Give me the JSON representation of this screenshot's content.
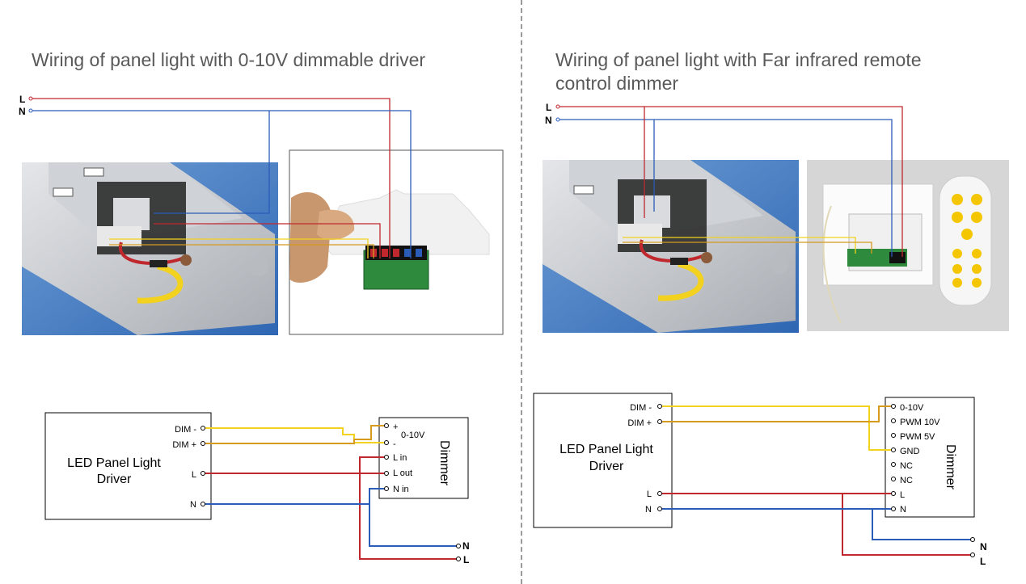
{
  "left": {
    "title": "Wiring of panel light with 0-10V dimmable driver",
    "line_labels": {
      "L": "L",
      "N": "N"
    },
    "driver_name_line1": "LED Panel Light",
    "driver_name_line2": "Driver",
    "driver_terminals": [
      "DIM -",
      "DIM +",
      "L",
      "N"
    ],
    "dimmer_name": "Dimmer",
    "dimmer_terminals": [
      "+",
      "-",
      "L  in",
      "L  out",
      "N  in"
    ],
    "dimmer_range": "0-10V",
    "output_labels": {
      "N": "N",
      "L": "L"
    }
  },
  "right": {
    "title_line1": "Wiring of panel light with Far infrared remote",
    "title_line2": "control dimmer",
    "line_labels": {
      "L": "L",
      "N": "N"
    },
    "driver_name_line1": "LED Panel Light",
    "driver_name_line2": "Driver",
    "driver_terminals": [
      "DIM -",
      "DIM +",
      "L",
      "N"
    ],
    "dimmer_name": "Dimmer",
    "dimmer_terminals": [
      "0-10V",
      "PWM 10V",
      "PWM 5V",
      "GND",
      "NC",
      "NC",
      "L",
      "N"
    ],
    "output_labels": {
      "N": "N",
      "L": "L"
    }
  },
  "colors": {
    "live": "#c0282e",
    "neutral": "#2a5cb8",
    "dim_minus": "#f2d21e",
    "dim_plus": "#d69a1e",
    "title_text": "#595959",
    "divider": "#9a9a9a"
  },
  "icons": [
    "driver-box-photo",
    "wall-dimmer-photo",
    "remote-dimmer-photo",
    "remote-control-photo"
  ]
}
